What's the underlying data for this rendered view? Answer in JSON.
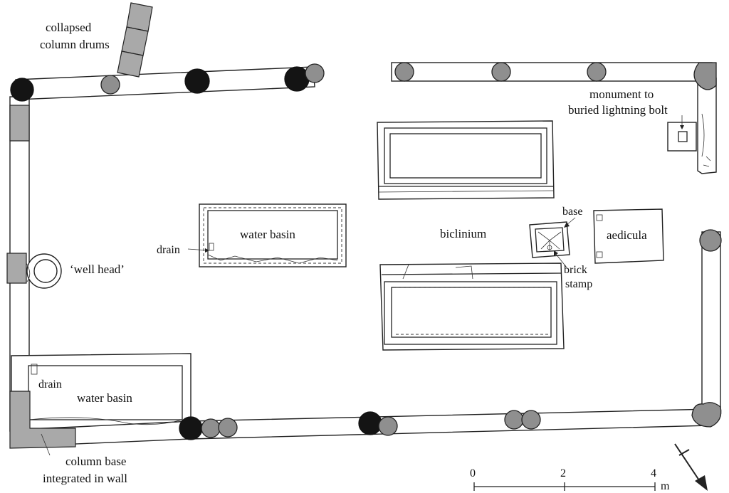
{
  "labels": {
    "collapsed_line1": "collapsed",
    "collapsed_line2": "column drums",
    "monument_line1": "monument to",
    "monument_line2": "buried lightning bolt",
    "water_basin_center": "water basin",
    "drain_center": "drain",
    "well_head": "‘well head’",
    "biclinium": "biclinium",
    "base": "base",
    "aedicula": "aedicula",
    "brick": "brick",
    "stamp": "stamp",
    "drain_left": "drain",
    "water_basin_left": "water basin",
    "column_line1": "column base",
    "column_line2": "integrated in wall"
  },
  "scale": {
    "tick_0": "0",
    "tick_2": "2",
    "tick_4": "4",
    "unit": "m"
  },
  "colors": {
    "ink": "#222222",
    "column_grey": "#8f8f8f",
    "column_black": "#141414",
    "block_grey": "#a9a9a9"
  }
}
